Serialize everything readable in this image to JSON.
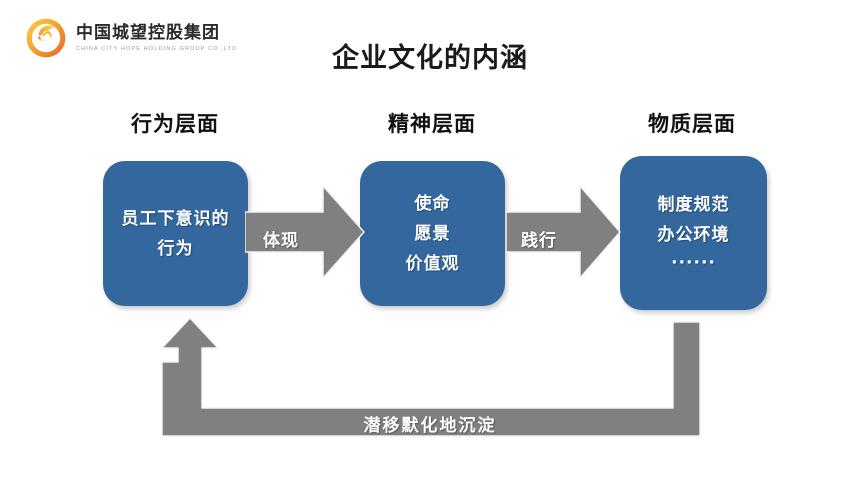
{
  "colors": {
    "box_blue": "#33679e",
    "arrow_gray": "#808080",
    "title_black": "#1a1a1a",
    "logo_orange": "#f0952a",
    "logo_yellow": "#f5c518",
    "logo_red": "#e8622a"
  },
  "logo": {
    "company_cn": "中国城望控股集团",
    "company_en": "CHINA CITY HOPE HOLDING GROUP CO.,LTD"
  },
  "title": "企业文化的内涵",
  "columns": [
    {
      "heading": "行为层面"
    },
    {
      "heading": "精神层面"
    },
    {
      "heading": "物质层面"
    }
  ],
  "boxes": [
    {
      "lines": [
        "员工下意识的",
        "行为"
      ],
      "dots": ""
    },
    {
      "lines": [
        "使命",
        "愿景",
        "价值观"
      ],
      "dots": ""
    },
    {
      "lines": [
        "制度规范",
        "办公环境"
      ],
      "dots": "······"
    }
  ],
  "arrows": [
    {
      "label": "体现"
    },
    {
      "label": "践行"
    }
  ],
  "feedback_arrow": {
    "label": "潜移默化地沉淀"
  }
}
